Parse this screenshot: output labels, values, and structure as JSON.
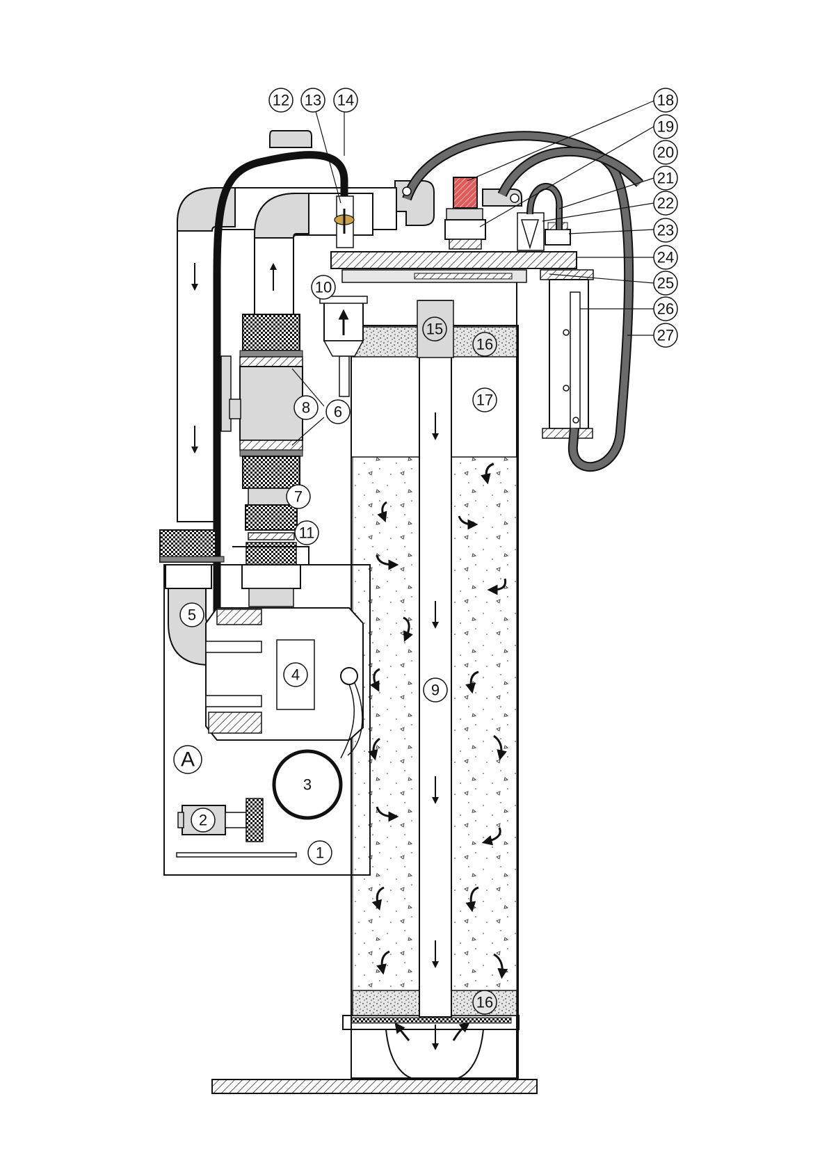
{
  "callouts": [
    {
      "id": "A",
      "label": "A"
    },
    {
      "id": "1",
      "label": "1"
    },
    {
      "id": "2",
      "label": "2"
    },
    {
      "id": "3",
      "label": "3"
    },
    {
      "id": "4",
      "label": "4"
    },
    {
      "id": "5",
      "label": "5"
    },
    {
      "id": "6",
      "label": "6"
    },
    {
      "id": "7",
      "label": "7"
    },
    {
      "id": "8",
      "label": "8"
    },
    {
      "id": "9",
      "label": "9"
    },
    {
      "id": "10",
      "label": "10"
    },
    {
      "id": "11",
      "label": "11"
    },
    {
      "id": "12",
      "label": "12"
    },
    {
      "id": "13",
      "label": "13"
    },
    {
      "id": "14",
      "label": "14"
    },
    {
      "id": "15",
      "label": "15"
    },
    {
      "id": "16a",
      "label": "16"
    },
    {
      "id": "16b",
      "label": "16"
    },
    {
      "id": "17",
      "label": "17"
    },
    {
      "id": "18",
      "label": "18"
    },
    {
      "id": "19",
      "label": "19"
    },
    {
      "id": "20",
      "label": "20"
    },
    {
      "id": "21",
      "label": "21"
    },
    {
      "id": "22",
      "label": "22"
    },
    {
      "id": "23",
      "label": "23"
    },
    {
      "id": "24",
      "label": "24"
    },
    {
      "id": "25",
      "label": "25"
    },
    {
      "id": "26",
      "label": "26"
    },
    {
      "id": "27",
      "label": "27"
    }
  ],
  "colors": {
    "line": "#111111",
    "pipe_fill": "#d9d9d9",
    "hose": "#6b6b6b",
    "hose_dark": "#111111",
    "red_part": "#e05a5a",
    "valve_handle": "#c9a24a",
    "media_fill": "#ffffff",
    "sand_fill": "#e6e6e6"
  }
}
